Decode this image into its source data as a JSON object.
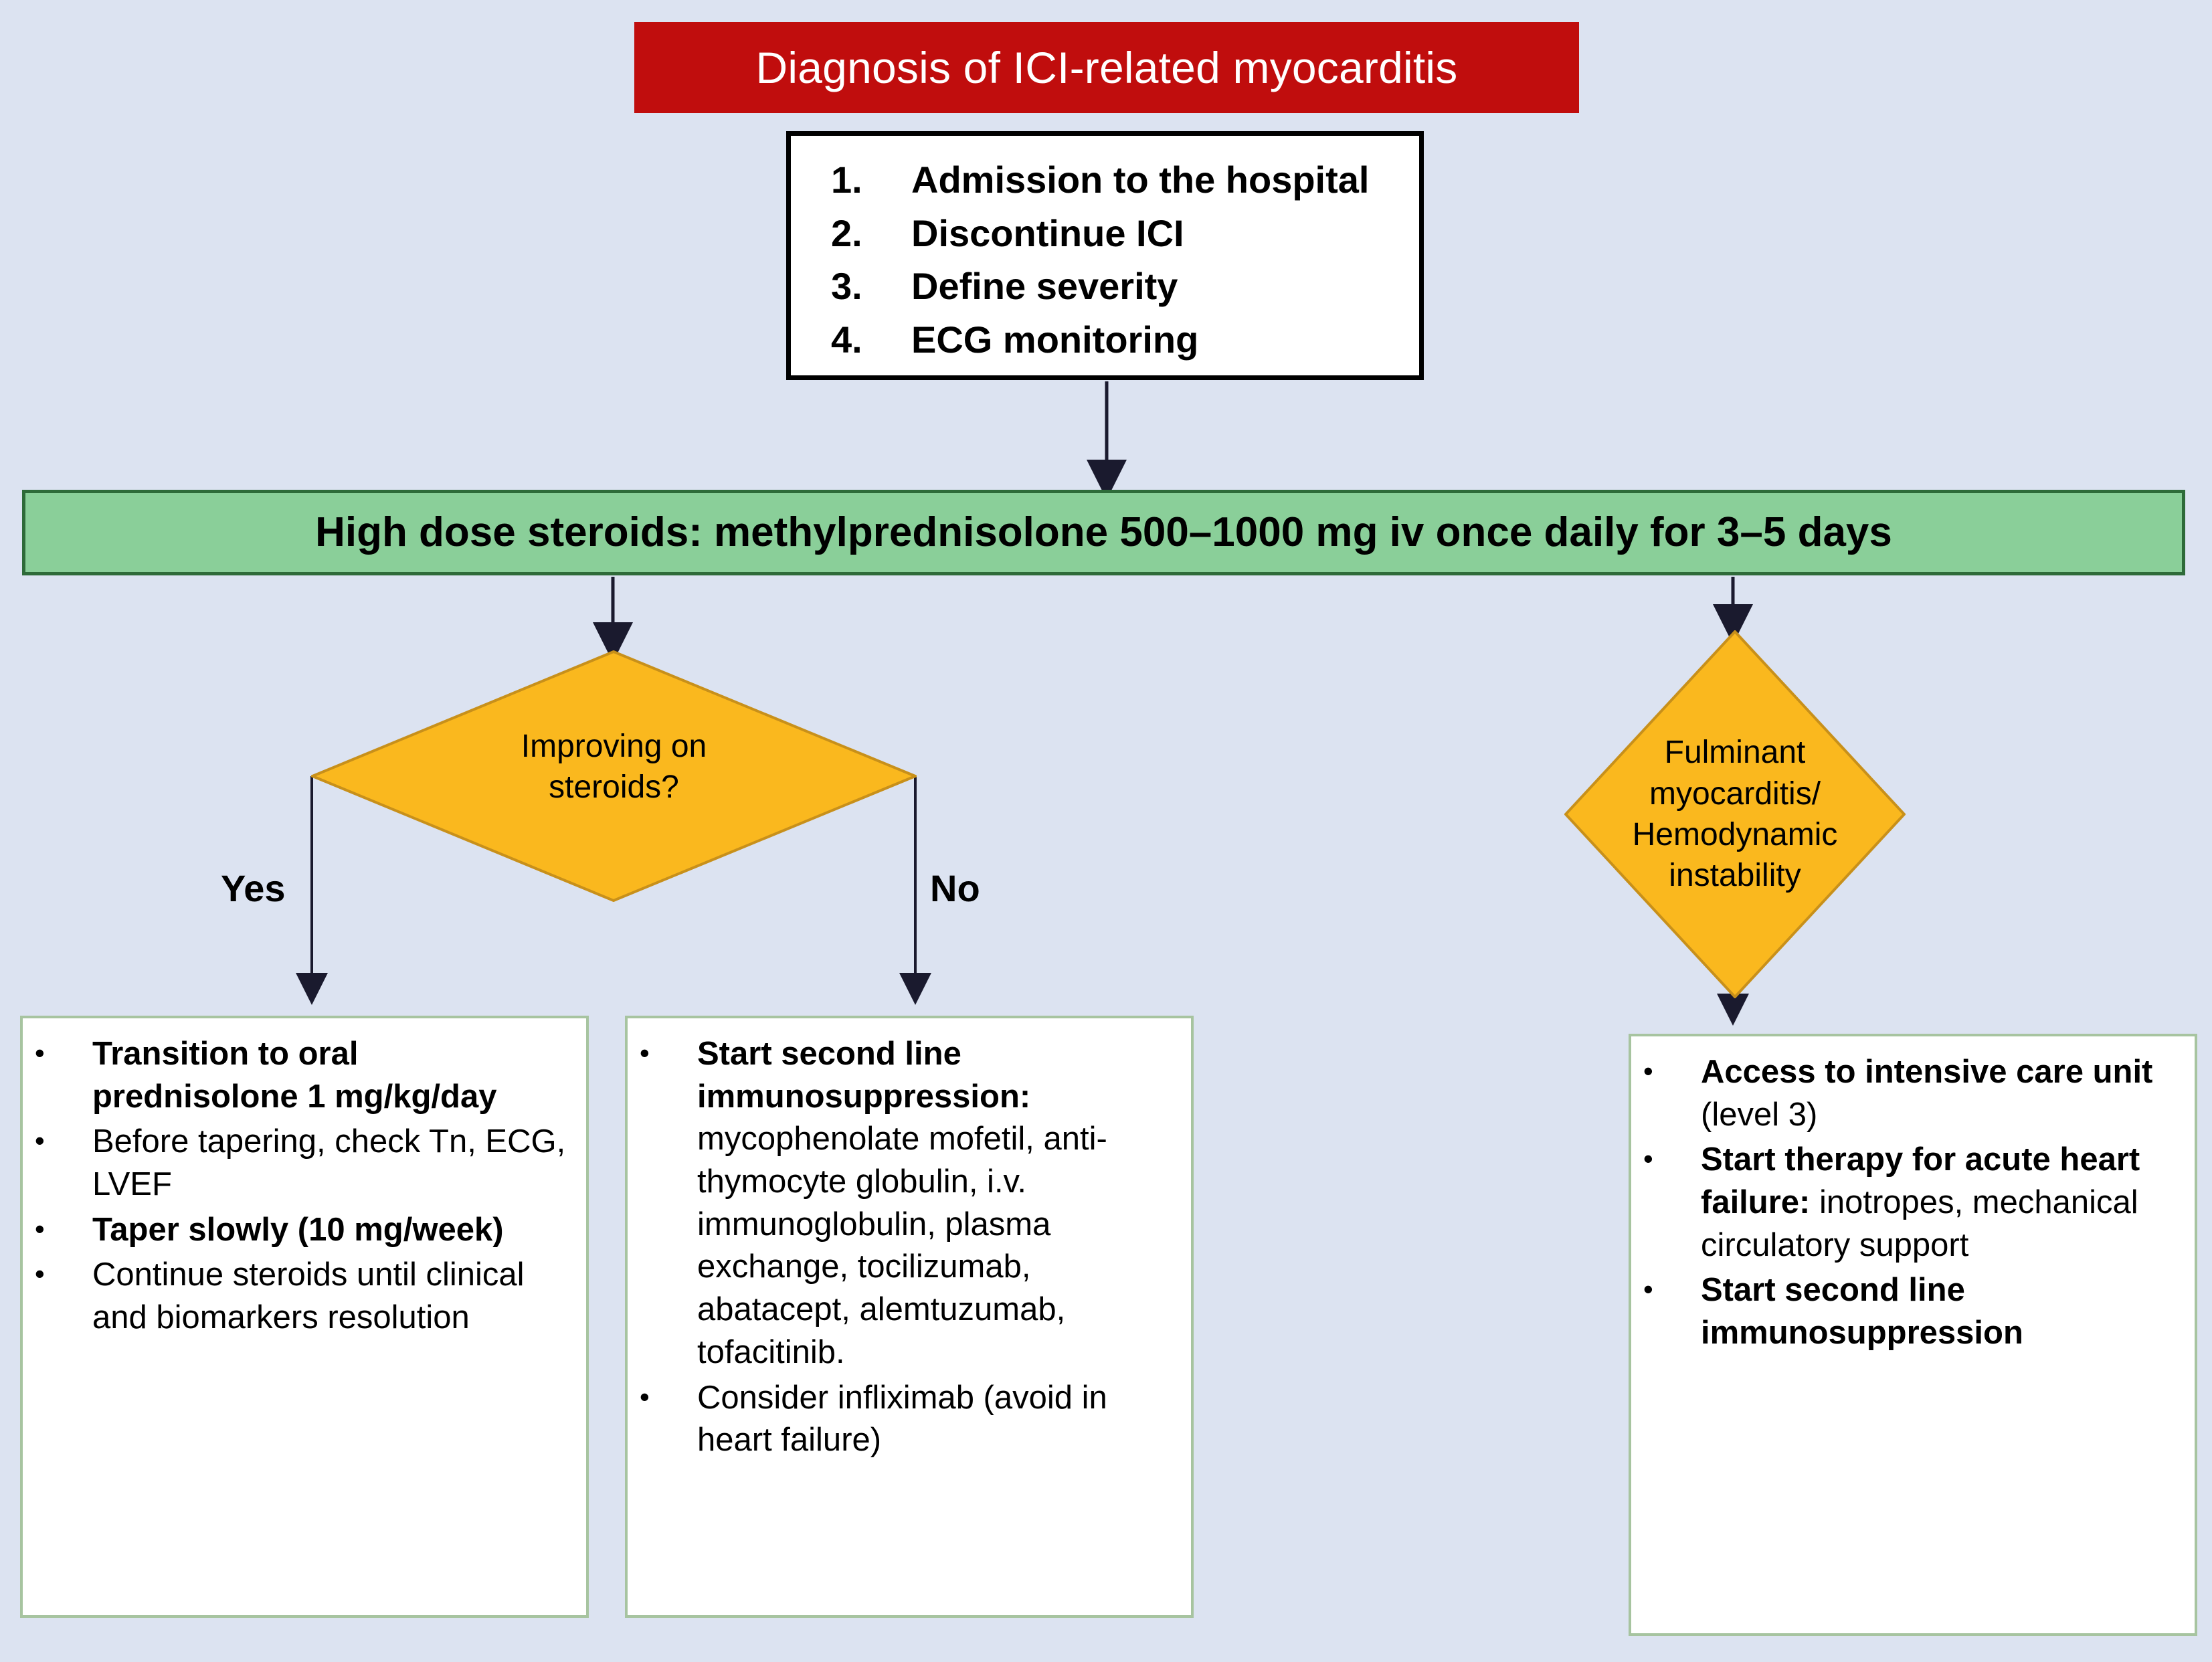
{
  "colors": {
    "background": "#dce3f1",
    "title_bar": "#C00D0D",
    "banner_fill": "#8ACF99",
    "banner_border": "#2E6B39",
    "diamond_fill": "#FAB81E",
    "diamond_border": "#C8901A",
    "box_border": "#A7C4A0",
    "step_box_border": "#000000",
    "connector": "#1a1a2e"
  },
  "title": {
    "text": "Diagnosis of ICI-related myocarditis"
  },
  "steps_box": {
    "items": [
      {
        "num": "1.",
        "label": "Admission to the hospital"
      },
      {
        "num": "2.",
        "label": "Discontinue ICI"
      },
      {
        "num": "3.",
        "label": "Define severity"
      },
      {
        "num": "4.",
        "label": "ECG monitoring"
      }
    ]
  },
  "banner": {
    "text": "High dose steroids: methylprednisolone 500–1000 mg iv once daily for 3–5 days"
  },
  "decisions": {
    "improving": {
      "line1": "Improving on",
      "line2": "steroids?"
    },
    "fulminant": {
      "line1": "Fulminant",
      "line2": "myocarditis/",
      "line3": "Hemodynamic",
      "line4": "instability"
    }
  },
  "branch_labels": {
    "yes": "Yes",
    "no": "No"
  },
  "outcomes": {
    "yes_box": {
      "bullets": [
        {
          "bullet": "•",
          "bold": "Transition to oral prednisolone 1 mg/kg/day",
          "rest": ""
        },
        {
          "bullet": "•",
          "bold": "",
          "rest": "Before tapering, check Tn, ECG, LVEF"
        },
        {
          "bullet": "•",
          "bold": "Taper slowly (10 mg/week)",
          "rest": ""
        },
        {
          "bullet": "•",
          "bold": "",
          "rest": "Continue steroids until clinical and biomarkers resolution"
        }
      ]
    },
    "no_box": {
      "bullets": [
        {
          "bullet": "•",
          "bold": "Start second line immunosuppression:",
          "rest": " mycophenolate mofetil, anti-thymocyte globulin, i.v. immunoglobulin, plasma exchange, tocilizumab, abatacept, alemtuzumab, tofacitinib."
        },
        {
          "bullet": "•",
          "bold": "",
          "rest": "Consider infliximab (avoid in heart failure)"
        }
      ]
    },
    "icu_box": {
      "bullets": [
        {
          "bullet": "•",
          "bold": "Access to intensive care unit",
          "rest": " (level 3)"
        },
        {
          "bullet": "•",
          "bold": "Start therapy for acute heart failure:",
          "rest": " inotropes, mechanical circulatory support"
        },
        {
          "bullet": "•",
          "bold": "Start second line immunosuppression",
          "rest": ""
        }
      ]
    }
  }
}
